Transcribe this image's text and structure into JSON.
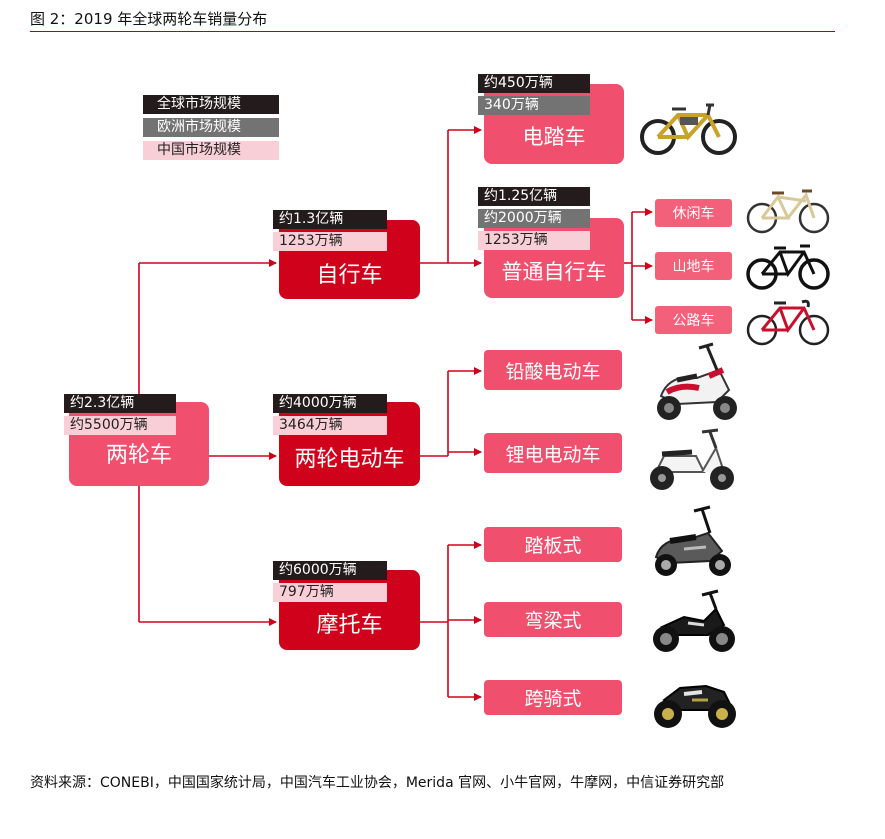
{
  "figure_title": "图 2：2019 年全球两轮车销量分布",
  "legend": [
    "全球市场规模",
    "欧洲市场规模",
    "中国市场规模"
  ],
  "colors": {
    "accent_red": "#d0021b",
    "pink": "#f0506e",
    "light_pink": "#f8cfd6",
    "black": "#241c1c",
    "gray": "#737373",
    "wire": "#d0021b"
  },
  "nodes": {
    "two_wheeler": {
      "label": "两轮车",
      "global": "约2.3亿辆",
      "china": "约5500万辆"
    },
    "bicycle": {
      "label": "自行车",
      "global": "约1.3亿辆",
      "china": "1253万辆"
    },
    "e_vehicle": {
      "label": "两轮电动车",
      "global": "约4000万辆",
      "china": "3464万辆"
    },
    "motorcycle": {
      "label": "摩托车",
      "global": "约6000万辆",
      "china": "797万辆"
    },
    "e_bike": {
      "label": "电踏车",
      "global": "约450万辆",
      "europe": "340万辆"
    },
    "regular_bike": {
      "label": "普通自行车",
      "global": "约1.25亿辆",
      "europe": "约2000万辆",
      "china": "1253万辆"
    },
    "leisure": {
      "label": "休闲车"
    },
    "mountain": {
      "label": "山地车"
    },
    "road": {
      "label": "公路车"
    },
    "lead_acid": {
      "label": "铅酸电动车"
    },
    "lithium": {
      "label": "锂电电动车"
    },
    "scooter": {
      "label": "踏板式"
    },
    "underbone": {
      "label": "弯梁式"
    },
    "straddle": {
      "label": "跨骑式"
    }
  },
  "images": [
    "e-bike-photo",
    "leisure-bike-photo",
    "mountain-bike-photo",
    "road-bike-photo",
    "lead-acid-scooter-photo",
    "lithium-scooter-photo",
    "scooter-motorcycle-photo",
    "underbone-motorcycle-photo",
    "sport-motorcycle-photo"
  ],
  "source_text": "资料来源：CONEBI，中国国家统计局，中国汽车工业协会，Merida 官网、小牛官网，牛摩网，中信证券研究部"
}
